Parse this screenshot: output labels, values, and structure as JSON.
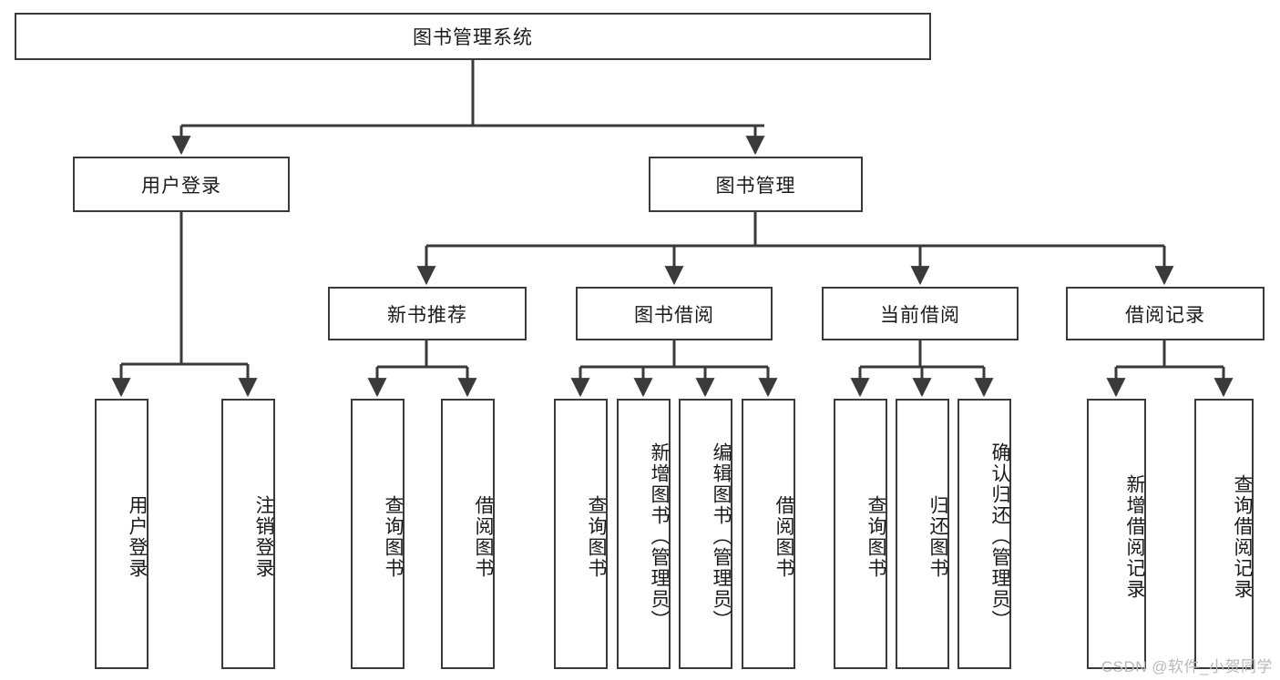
{
  "diagram": {
    "title": "图书管理系统",
    "type": "hierarchy-tree",
    "watermark": "CSDN @软件_小贺同学",
    "colors": {
      "stroke": "#3a3a3a",
      "fill": "#ffffff",
      "text": "#1a1a1a",
      "watermark": "#b9b9b9"
    },
    "levels": {
      "root": "图书管理系统",
      "level2": [
        "用户登录",
        "图书管理"
      ],
      "level3": [
        "新书推荐",
        "图书借阅",
        "当前借阅",
        "借阅记录"
      ]
    },
    "nodes": {
      "root": {
        "label": "图书管理系统"
      },
      "user_login": {
        "label": "用户登录"
      },
      "book_manage": {
        "label": "图书管理"
      },
      "new_book_rec": {
        "label": "新书推荐"
      },
      "book_borrow": {
        "label": "图书借阅"
      },
      "current_borrow": {
        "label": "当前借阅"
      },
      "borrow_record": {
        "label": "借阅记录"
      }
    },
    "leaves": {
      "user_login": [
        {
          "label": "用户登录"
        },
        {
          "label": "注销登录"
        }
      ],
      "new_book_rec": [
        {
          "label": "查询图书"
        },
        {
          "label": "借阅图书"
        }
      ],
      "book_borrow": [
        {
          "label": "查询图书"
        },
        {
          "label": "新增图书（管理员）"
        },
        {
          "label": "编辑图书（管理员）"
        },
        {
          "label": "借阅图书"
        }
      ],
      "current_borrow": [
        {
          "label": "查询图书"
        },
        {
          "label": "归还图书"
        },
        {
          "label": "确认归还（管理员）"
        }
      ],
      "borrow_record": [
        {
          "label": "新增借阅记录"
        },
        {
          "label": "查询借阅记录"
        }
      ]
    }
  }
}
